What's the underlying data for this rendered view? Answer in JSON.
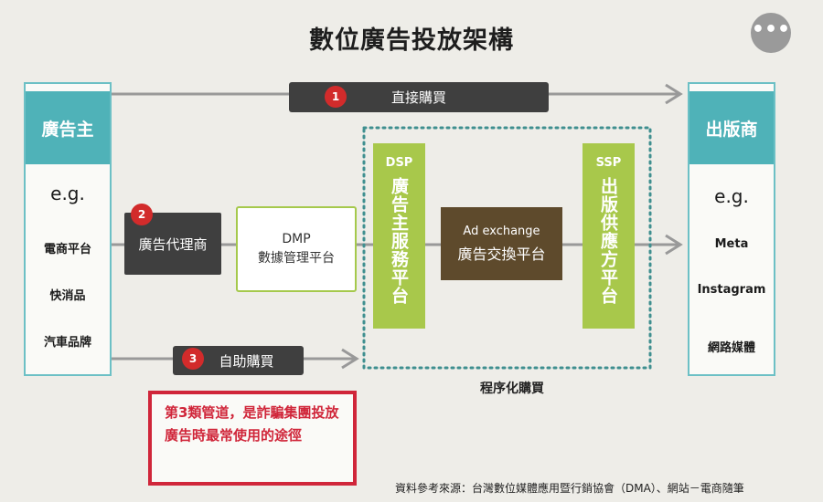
{
  "title": "數位廣告投放架構",
  "menu_icon": "•••",
  "advertiser": {
    "header": "廣告主",
    "eg": "e.g.",
    "items": [
      "電商平台",
      "快消品",
      "汽車品牌"
    ]
  },
  "publisher": {
    "header": "出版商",
    "eg": "e.g.",
    "items": [
      "Meta",
      "Instagram",
      "網路媒體"
    ]
  },
  "direct_buy": {
    "number": "1",
    "label": "直接購買"
  },
  "agency": {
    "number": "2",
    "label": "廣告代理商"
  },
  "self_serve": {
    "number": "3",
    "label": "自助購買"
  },
  "dmp": {
    "line1": "DMP",
    "line2": "數據管理平台"
  },
  "dsp": {
    "tag": "DSP",
    "label": "廣告主服務平台"
  },
  "ad_exchange": {
    "line1": "Ad exchange",
    "line2": "廣告交換平台"
  },
  "ssp": {
    "tag": "SSP",
    "label": "出版供應方平台"
  },
  "programmatic_label": "程序化購買",
  "warning": "第3類管道，是詐騙集團投放廣告時最常使用的途徑",
  "source": "資料參考來源：台灣數位媒體應用暨行銷協會（DMA）、網站－電商隨筆",
  "colors": {
    "teal": "#4fb2b8",
    "green": "#a8c84b",
    "brown": "#5e4a2c",
    "dark": "#3f3f3f",
    "red": "#d22b2b"
  }
}
